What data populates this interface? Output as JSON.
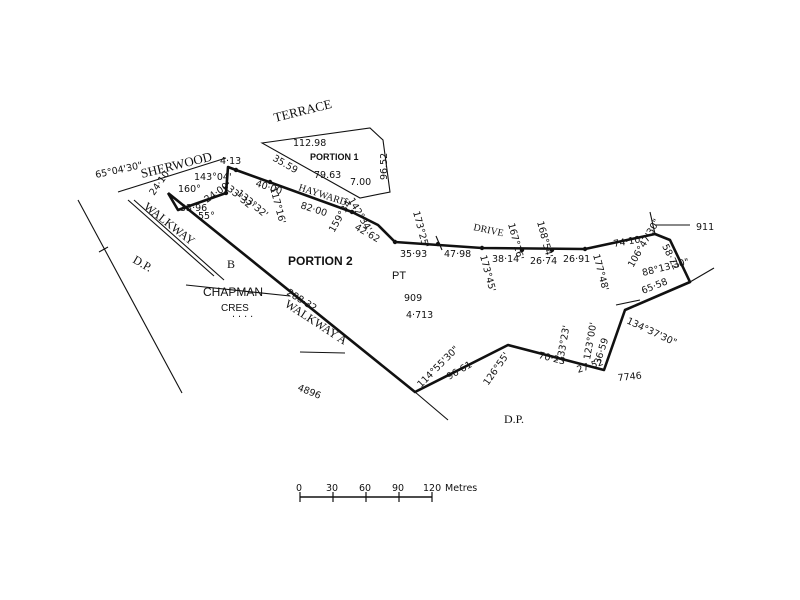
{
  "map": {
    "portion_1": {
      "label": "PORTION 1",
      "dims": [
        "112.98",
        "35.59",
        "79.63",
        "7.00",
        "96.52"
      ]
    },
    "portion_2": {
      "label": "PORTION 2"
    },
    "roads": {
      "sherwood": "SHERWOOD",
      "terrace": "TERRACE",
      "hayward": "HAYWARD",
      "drive": "DRIVE",
      "chapman": "CHAPMAN",
      "cres": "CRES",
      "walkway_b_1": "WALKWAY",
      "walkway_b_2": "B",
      "walkway_a": "WALKWAY A"
    },
    "parcel": {
      "prefix": "PT",
      "number": "909",
      "area": "4·713"
    },
    "neighbours": {
      "dp_left": "D.P.",
      "dp_bottom": "D.P.",
      "n4896": "4896",
      "n7746": "7746",
      "n911": "911"
    },
    "measurements": {
      "b_65_04_30": "65°04'30\"",
      "d_24_10": "24·10",
      "b_160": "160°",
      "b_143_04": "143°04'",
      "d_4_13": "4·13",
      "d_40_00": "40·00",
      "d_33_96": "33·96",
      "d_24_00": "24·00",
      "b_55": "55°",
      "b_133_32_a": "133°32'",
      "b_133_32_b": "133°32'",
      "b_117_16": "117°16'",
      "d_82_00": "82·00",
      "b_159_34": "159°34'",
      "b_142_34": "142°34'",
      "d_42_62": "42·62",
      "b_173_25": "173°25'",
      "d_35_93": "35·93",
      "d_47_98": "47·98",
      "b_173_45": "173°45'",
      "d_38_14": "38·14",
      "b_167_16": "167°16'",
      "d_26_74": "26·74",
      "b_168_54": "168°54'",
      "d_26_91": "26·91",
      "b_177_48": "177°48'",
      "d_74_10": "74·10",
      "b_106_47_30": "106°47'30\"",
      "d_58_72": "58·72",
      "b_88_13_30": "88°13'30\"",
      "d_65_58": "65·58",
      "b_134_37_30": "134°37'30\"",
      "d_36_59": "36·59",
      "b_123_00": "123°00'",
      "d_27_52": "27·52",
      "b_133_23": "133°23'",
      "d_70_23": "70·23",
      "b_126_55": "126°55'",
      "d_96_61": "96·61",
      "b_114_55_30": "114°55'30\"",
      "d_288_32": "288·32"
    },
    "scale": {
      "ticks": [
        "0",
        "30",
        "60",
        "90",
        "120"
      ],
      "unit": "Metres"
    }
  }
}
